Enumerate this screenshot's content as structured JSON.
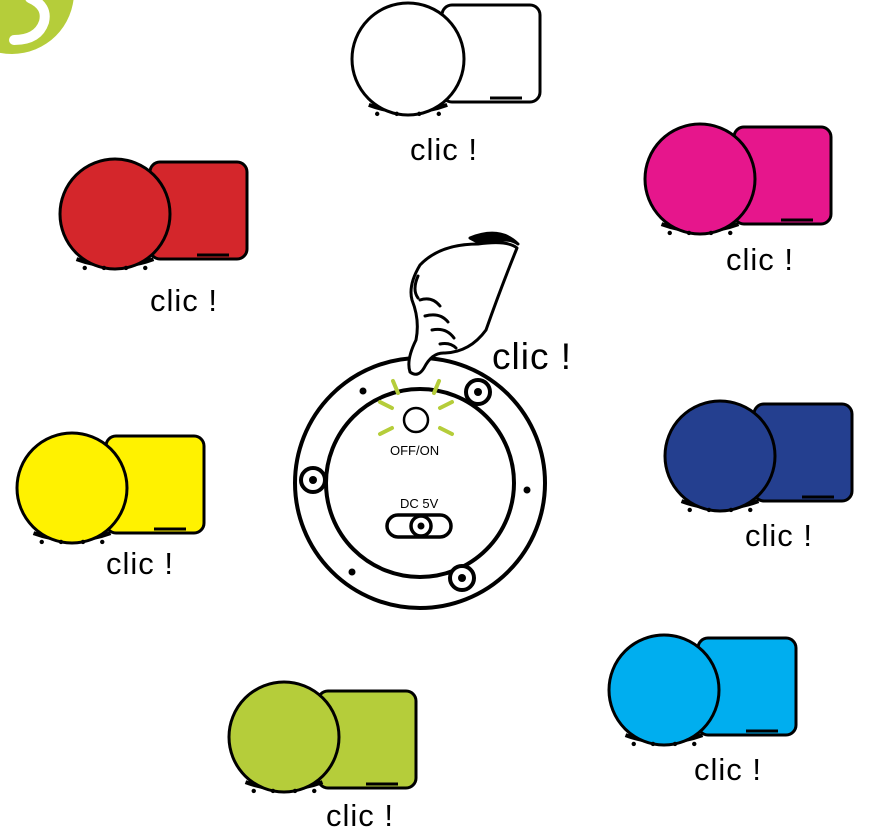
{
  "step_badge": {
    "color": "#b5cd3a"
  },
  "center": {
    "press_label": "clic !",
    "switch_label": "OFF/ON",
    "dc_label": "DC 5V",
    "glow_color": "#b5cd3a"
  },
  "lamps": [
    {
      "id": "white",
      "color": "#ffffff",
      "label": "clic !"
    },
    {
      "id": "red",
      "color": "#d4262b",
      "label": "clic !"
    },
    {
      "id": "magenta",
      "color": "#e6168c",
      "label": "clic !"
    },
    {
      "id": "yellow",
      "color": "#fff200",
      "label": "clic !"
    },
    {
      "id": "navy",
      "color": "#243f8f",
      "label": "clic !"
    },
    {
      "id": "green",
      "color": "#b5cd3a",
      "label": "clic !"
    },
    {
      "id": "cyan",
      "color": "#00aeef",
      "label": "clic !"
    }
  ],
  "icons": {
    "hand": "hand-pointing-icon",
    "lamp": "lamp-icon"
  }
}
